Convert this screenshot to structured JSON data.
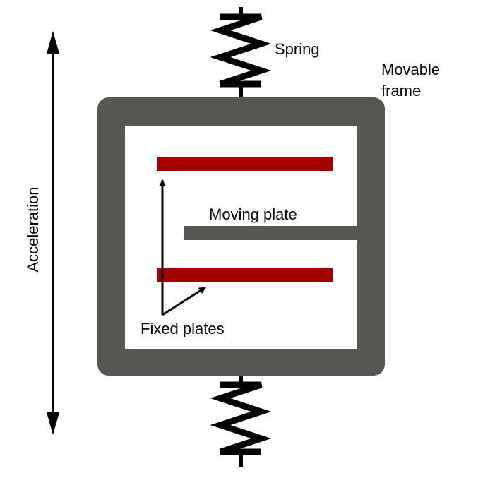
{
  "labels": {
    "spring": "Spring",
    "frame_line1": "Movable",
    "frame_line2": "frame",
    "moving_plate": "Moving plate",
    "fixed_plates": "Fixed plates",
    "acceleration": "Acceleration"
  },
  "colors": {
    "frame": "#555753",
    "fixed_plate": "#a40000",
    "moving_plate": "#555753",
    "spring": "#000000",
    "arrow": "#000000",
    "background": "#ffffff"
  }
}
